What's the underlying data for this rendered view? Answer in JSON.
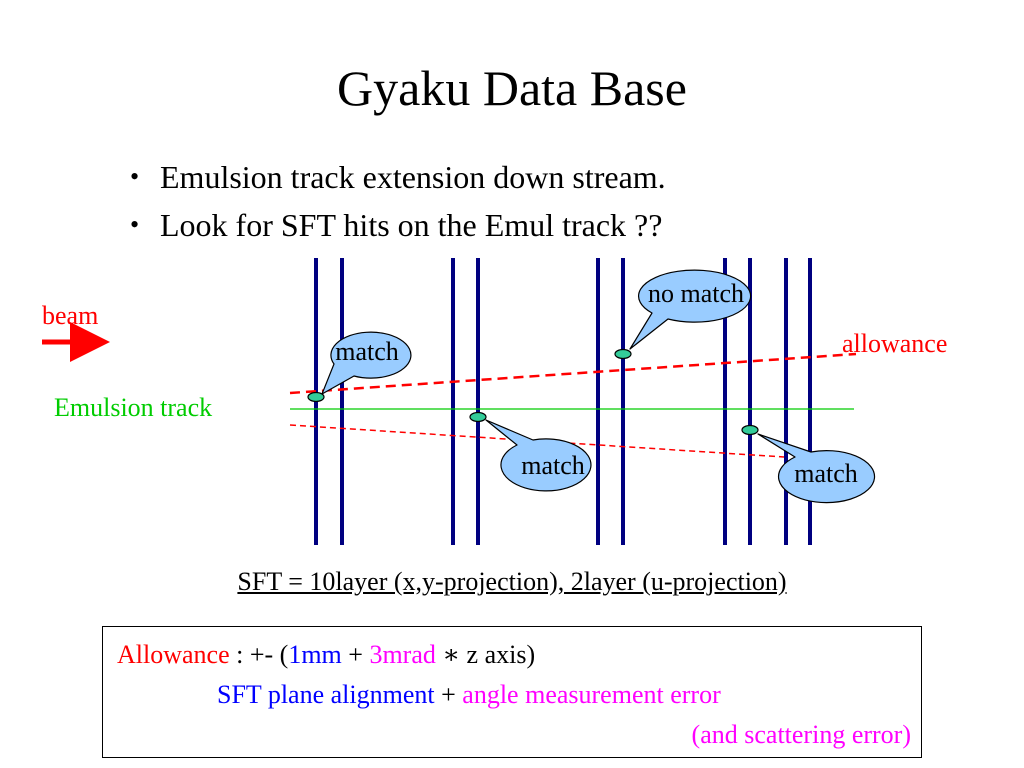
{
  "slide": {
    "title": "Gyaku Data Base",
    "bullets": [
      {
        "symbol": "•",
        "text": "Emulsion track extension down stream."
      },
      {
        "symbol": "•",
        "text": "Look for SFT hits on the Emul track ??"
      }
    ]
  },
  "diagram": {
    "labels": {
      "beam": "beam",
      "allowance": "allowance",
      "emulsion_track": "Emulsion track"
    },
    "callouts": {
      "match_left": "match",
      "no_match": "no match",
      "match_middle": "match",
      "match_right": "match"
    }
  },
  "sft_note": "SFT = 10layer (x,y-projection), 2layer (u-projection)",
  "allowance_box": {
    "line1": {
      "allowance_word": "Allowance",
      "sep": " : +- (",
      "mm": "1mm",
      "plus": " + ",
      "mrad": "3mrad",
      "star": " ∗ ",
      "tail": "z axis)"
    },
    "line2": {
      "alignment": "SFT plane alignment",
      "plus": " + ",
      "angle": "angle measurement error"
    },
    "line3": "(and scattering error)"
  },
  "colors": {
    "red": "#ff0000",
    "green": "#00cc00",
    "navy": "#000080",
    "blue": "#0000ff",
    "magenta": "#ff00ff",
    "callout_fill": "#99ccff",
    "hit_fill": "#33cc99"
  }
}
